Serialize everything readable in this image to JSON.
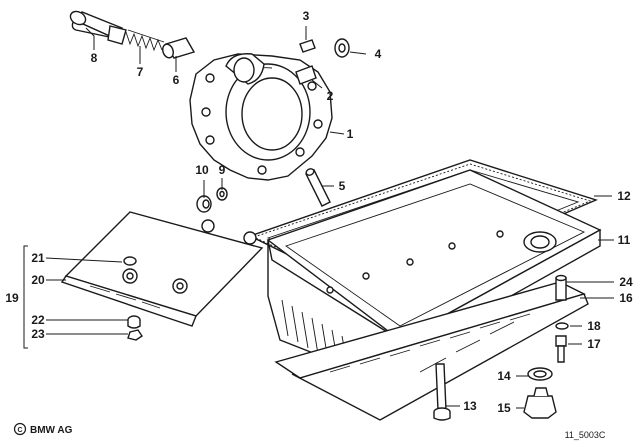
{
  "diagram": {
    "labels": [
      "1",
      "2",
      "3",
      "4",
      "5",
      "6",
      "7",
      "8",
      "9",
      "10",
      "11",
      "12",
      "13",
      "14",
      "15",
      "16",
      "17",
      "18",
      "19",
      "20",
      "21",
      "22",
      "23",
      "24"
    ],
    "copyright": "BMW AG",
    "code": "11_5003C"
  }
}
